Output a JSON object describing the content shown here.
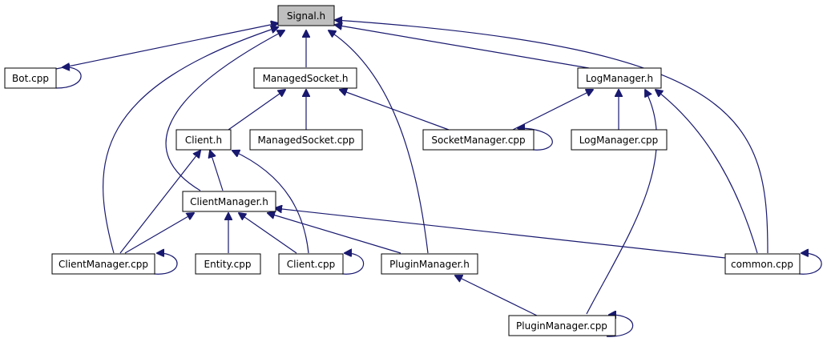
{
  "diagram": {
    "colors": {
      "edge": "#191970",
      "node_border": "#000000",
      "highlight_fill": "#bfbfbf"
    },
    "nodes": {
      "signal_h": "Signal.h",
      "bot_cpp": "Bot.cpp",
      "managedsocket_h": "ManagedSocket.h",
      "logmanager_h": "LogManager.h",
      "client_h": "Client.h",
      "managedsocket_cpp": "ManagedSocket.cpp",
      "socketmanager_cpp": "SocketManager.cpp",
      "logmanager_cpp": "LogManager.cpp",
      "clientmanager_h": "ClientManager.h",
      "clientmanager_cpp": "ClientManager.cpp",
      "entity_cpp": "Entity.cpp",
      "client_cpp": "Client.cpp",
      "pluginmanager_h": "PluginManager.h",
      "common_cpp": "common.cpp",
      "pluginmanager_cpp": "PluginManager.cpp"
    }
  }
}
